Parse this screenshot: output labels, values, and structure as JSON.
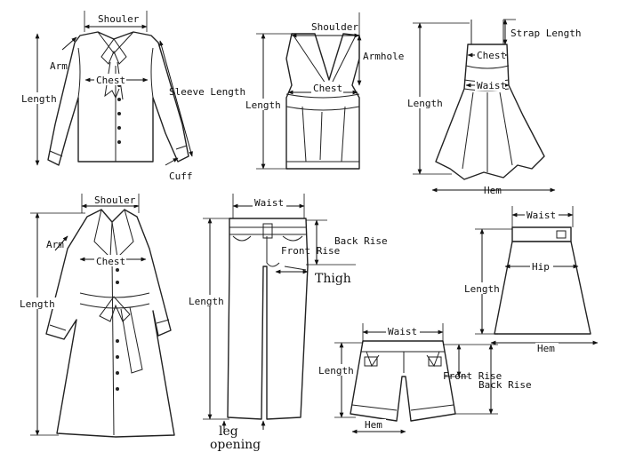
{
  "shirt": {
    "shoulder": "Shouler",
    "arm": "Arm",
    "chest": "Chest",
    "length": "Length",
    "sleeve_length": "Sleeve Length",
    "cuff": "Cuff"
  },
  "vest": {
    "shoulder": "Shoulder",
    "armhole": "Armhole",
    "chest": "Chest",
    "length": "Length"
  },
  "dress": {
    "strap_length": "Strap Length",
    "chest": "Chest",
    "waist": "Waist",
    "length": "Length",
    "hem": "Hem"
  },
  "coat": {
    "shoulder": "Shouler",
    "arm": "Arm",
    "chest": "Chest",
    "length": "Length"
  },
  "pants": {
    "waist": "Waist",
    "back_rise": "Back Rise",
    "front_rise": "Front Rise",
    "thigh": "Thigh",
    "length": "Length",
    "leg_opening_1": "leg",
    "leg_opening_2": "opening"
  },
  "skirt": {
    "waist": "Waist",
    "hip": "Hip",
    "length": "Length",
    "hem": "Hem"
  },
  "shorts": {
    "waist": "Waist",
    "length": "Length",
    "front_rise": "Front Rise",
    "back_rise": "Back Rise",
    "hem": "Hem"
  }
}
